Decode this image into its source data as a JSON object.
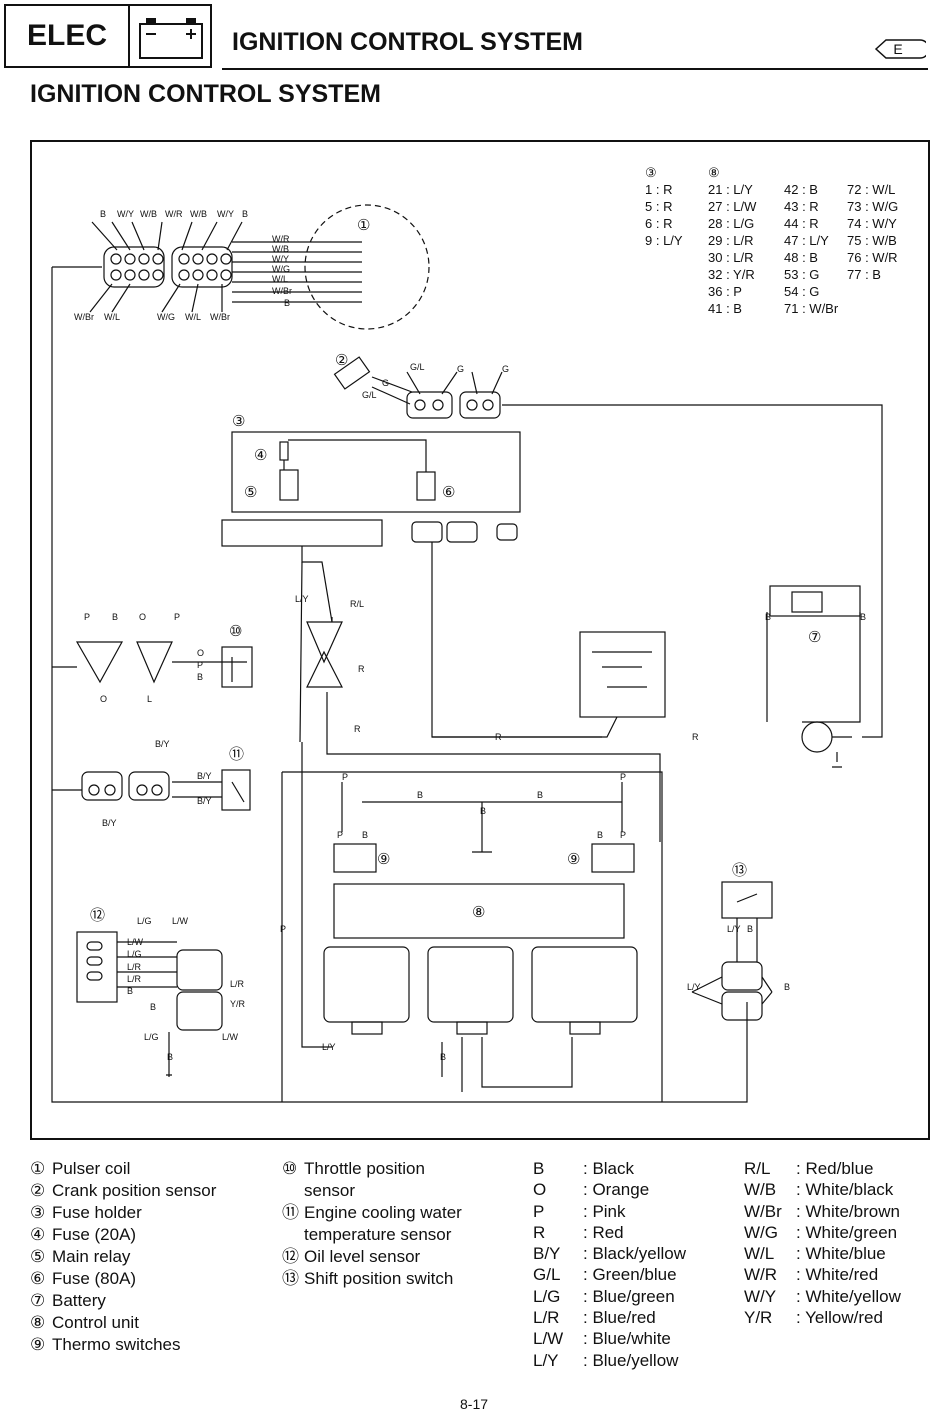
{
  "header": {
    "section_code": "ELEC",
    "title": "IGNITION CONTROL SYSTEM",
    "language": "E",
    "battery_icon": "battery-icon"
  },
  "page_title": "IGNITION CONTROL SYSTEM",
  "diagram": {
    "pin_table": {
      "header_a": "③",
      "header_b": "⑧",
      "col1": [
        "1 : R",
        "5 : R",
        "6 : R",
        "9 : L/Y"
      ],
      "col2": [
        "21 : L/Y",
        "27 : L/W",
        "28 : L/G",
        "29 : L/R",
        "30 : L/R",
        "32 : Y/R",
        "36 : P",
        "41 : B"
      ],
      "col3": [
        "42 : B",
        "43 : R",
        "44 : R",
        "47 : L/Y",
        "48 : B",
        "53 : G",
        "54 : G",
        "71 : W/Br"
      ],
      "col4": [
        "72 : W/L",
        "73 : W/G",
        "74 : W/Y",
        "75 : W/B",
        "76 : W/R",
        "77 : B"
      ]
    },
    "callouts": [
      "①",
      "②",
      "③",
      "④",
      "⑤",
      "⑥",
      "⑦",
      "⑧",
      "⑨",
      "⑩",
      "⑪",
      "⑫",
      "⑬"
    ],
    "wire_labels": {
      "top_connector": [
        "B",
        "W/Y",
        "W/B",
        "W/R",
        "W/B",
        "W/Y",
        "B"
      ],
      "bottom_connector": [
        "W/Br",
        "W/L",
        "W/G",
        "W/L",
        "W/Br"
      ],
      "pulser": [
        "W/R",
        "W/B",
        "W/Y",
        "W/G",
        "W/L",
        "W/Br",
        "B"
      ],
      "crank": [
        "G/L",
        "G",
        "G",
        "G/L",
        "G"
      ],
      "tps": [
        "P",
        "B",
        "O",
        "P",
        "O",
        "P",
        "B",
        "O",
        "L"
      ],
      "temp": [
        "B/Y",
        "B/Y",
        "B/Y",
        "B/Y"
      ],
      "mid": [
        "L/Y",
        "R/L",
        "R",
        "R",
        "R",
        "R"
      ],
      "thermo": [
        "P",
        "B",
        "B",
        "P",
        "P",
        "B",
        "B",
        "P",
        "B"
      ],
      "oil": [
        "L/G",
        "L/W",
        "L/W",
        "L/G",
        "L/R",
        "L/R",
        "B",
        "L/R",
        "Y/R",
        "L/G",
        "L/W",
        "B"
      ],
      "battery": [
        "B",
        "B"
      ],
      "shift": [
        "L/Y",
        "B",
        "L/Y",
        "B"
      ],
      "misc": [
        "P",
        "L/Y",
        "B"
      ]
    }
  },
  "legend_parts": [
    {
      "num": "①",
      "text": "Pulser coil"
    },
    {
      "num": "②",
      "text": "Crank position sensor"
    },
    {
      "num": "③",
      "text": "Fuse holder"
    },
    {
      "num": "④",
      "text": "Fuse (20A)"
    },
    {
      "num": "⑤",
      "text": "Main relay"
    },
    {
      "num": "⑥",
      "text": "Fuse (80A)"
    },
    {
      "num": "⑦",
      "text": "Battery"
    },
    {
      "num": "⑧",
      "text": "Control unit"
    },
    {
      "num": "⑨",
      "text": "Thermo switches"
    }
  ],
  "legend_parts_2": [
    {
      "num": "⑩",
      "text": "Throttle position"
    },
    {
      "num": "",
      "text": "sensor"
    },
    {
      "num": "⑪",
      "text": "Engine cooling water"
    },
    {
      "num": "",
      "text": "temperature sensor"
    },
    {
      "num": "⑫",
      "text": "Oil level sensor"
    },
    {
      "num": "⑬",
      "text": "Shift position switch"
    }
  ],
  "color_codes_1": [
    {
      "code": "B",
      "name": ": Black"
    },
    {
      "code": "O",
      "name": ": Orange"
    },
    {
      "code": "P",
      "name": ": Pink"
    },
    {
      "code": "R",
      "name": ": Red"
    },
    {
      "code": "B/Y",
      "name": ": Black/yellow"
    },
    {
      "code": "G/L",
      "name": ": Green/blue"
    },
    {
      "code": "L/G",
      "name": ": Blue/green"
    },
    {
      "code": "L/R",
      "name": ": Blue/red"
    },
    {
      "code": "L/W",
      "name": ": Blue/white"
    },
    {
      "code": "L/Y",
      "name": ": Blue/yellow"
    }
  ],
  "color_codes_2": [
    {
      "code": "R/L",
      "name": ": Red/blue"
    },
    {
      "code": "W/B",
      "name": ": White/black"
    },
    {
      "code": "W/Br",
      "name": ": White/brown"
    },
    {
      "code": "W/G",
      "name": ": White/green"
    },
    {
      "code": "W/L",
      "name": ": White/blue"
    },
    {
      "code": "W/R",
      "name": ": White/red"
    },
    {
      "code": "W/Y",
      "name": ": White/yellow"
    },
    {
      "code": "Y/R",
      "name": ": Yellow/red"
    }
  ],
  "page_number": "8-17"
}
